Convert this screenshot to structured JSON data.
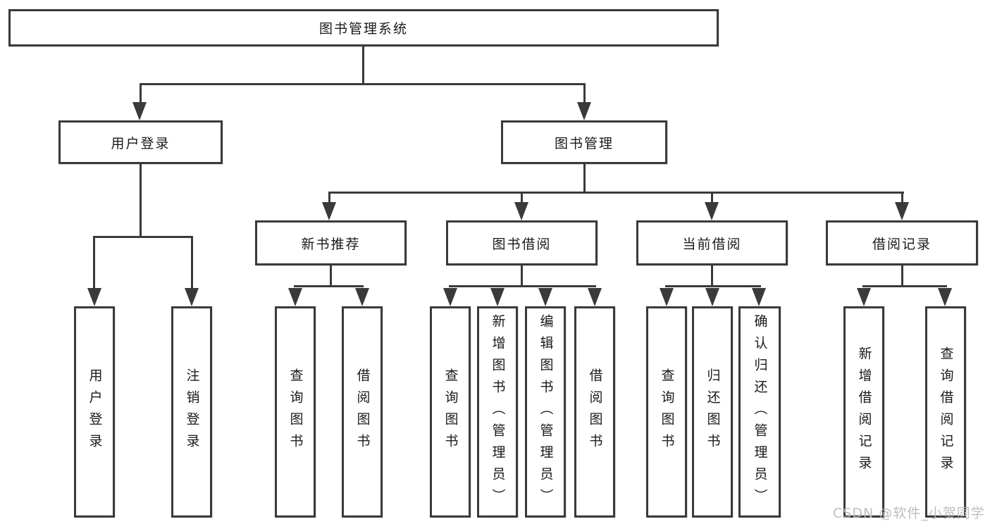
{
  "diagram": {
    "root": {
      "label": "图书管理系统"
    },
    "branches": [
      {
        "label": "用户登录",
        "children": [
          {
            "label": "用户登录"
          },
          {
            "label": "注销登录"
          }
        ]
      },
      {
        "label": "图书管理",
        "groups": [
          {
            "label": "新书推荐",
            "children": [
              {
                "label": "查询图书"
              },
              {
                "label": "借阅图书"
              }
            ]
          },
          {
            "label": "图书借阅",
            "children": [
              {
                "label": "查询图书"
              },
              {
                "label": "新增图书（管理员）"
              },
              {
                "label": "编辑图书（管理员）"
              },
              {
                "label": "借阅图书"
              }
            ]
          },
          {
            "label": "当前借阅",
            "children": [
              {
                "label": "查询图书"
              },
              {
                "label": "归还图书"
              },
              {
                "label": "确认归还（管理员）"
              }
            ]
          },
          {
            "label": "借阅记录",
            "children": [
              {
                "label": "新增借阅记录"
              },
              {
                "label": "查询借阅记录"
              }
            ]
          }
        ]
      }
    ]
  },
  "watermark": {
    "text": "CSDN @软件_小贺同学"
  },
  "colors": {
    "line": "#3a3a3a",
    "text": "#1a1a1a",
    "box_background": "#ffffff",
    "watermark": "#b9b9b9"
  }
}
